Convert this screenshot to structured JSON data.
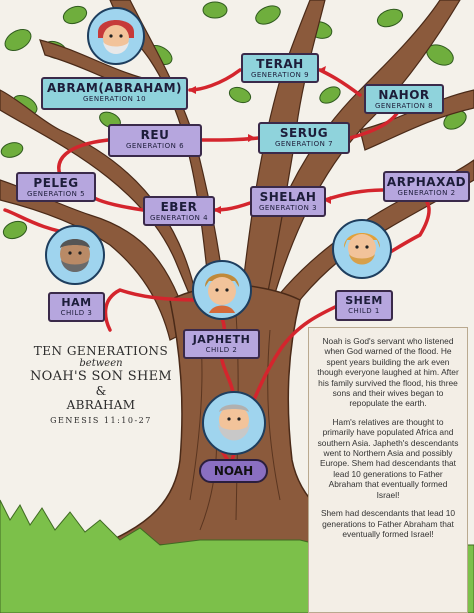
{
  "title": {
    "line1": "TEN GENERATIONS",
    "line2": "between",
    "line3": "NOAH'S SON SHEM",
    "line4": "&",
    "line5": "ABRAHAM",
    "reference": "GENESIS 11:10-27"
  },
  "generations": {
    "abram": {
      "name": "ABRAM(ABRAHAM)",
      "label": "GENERATION 10"
    },
    "terah": {
      "name": "TERAH",
      "label": "GENERATION 9"
    },
    "nahor": {
      "name": "NAHOR",
      "label": "GENERATION 8"
    },
    "serug": {
      "name": "SERUG",
      "label": "GENERATION 7"
    },
    "reu": {
      "name": "REU",
      "label": "GENERATION 6"
    },
    "peleg": {
      "name": "PELEG",
      "label": "GENERATION 5"
    },
    "eber": {
      "name": "EBER",
      "label": "GENERATION 4"
    },
    "shelah": {
      "name": "SHELAH",
      "label": "GENERATION 3"
    },
    "arphaxad": {
      "name": "ARPHAXAD",
      "label": "GENERATION 2"
    }
  },
  "children": {
    "ham": {
      "name": "HAM",
      "label": "CHILD 3"
    },
    "japheth": {
      "name": "JAPHETH",
      "label": "CHILD 2"
    },
    "shem": {
      "name": "SHEM",
      "label": "CHILD 1"
    }
  },
  "root": {
    "name": "NOAH"
  },
  "scroll": {
    "p1": "Noah is God's servant who listened when God warned of the flood. He spent years building the ark even though everyone laughed at him. After his family survived the flood, his three sons and their wives began to repopulate the earth.",
    "p2": "Ham's relatives are thought to primarily have populated Africa and southern Asia. Japheth's descendants went to Northern Asia and possibly Europe. Shem had descendants that lead 10 generations to Father Abraham that eventually formed Israel!",
    "p3": "Shem had descendants that lead 10 generations to Father Abraham that eventually formed Israel!"
  },
  "colors": {
    "sky": "#f4f1ea",
    "trunk": "#8b5a3c",
    "trunk_dark": "#6a3f28",
    "leaf": "#6fae3d",
    "grass": "#7cc04a",
    "path": "#d4252d",
    "teal_box": "#8fd3dc",
    "purple_box": "#b6a6de",
    "noah_box": "#8a6fc1"
  }
}
